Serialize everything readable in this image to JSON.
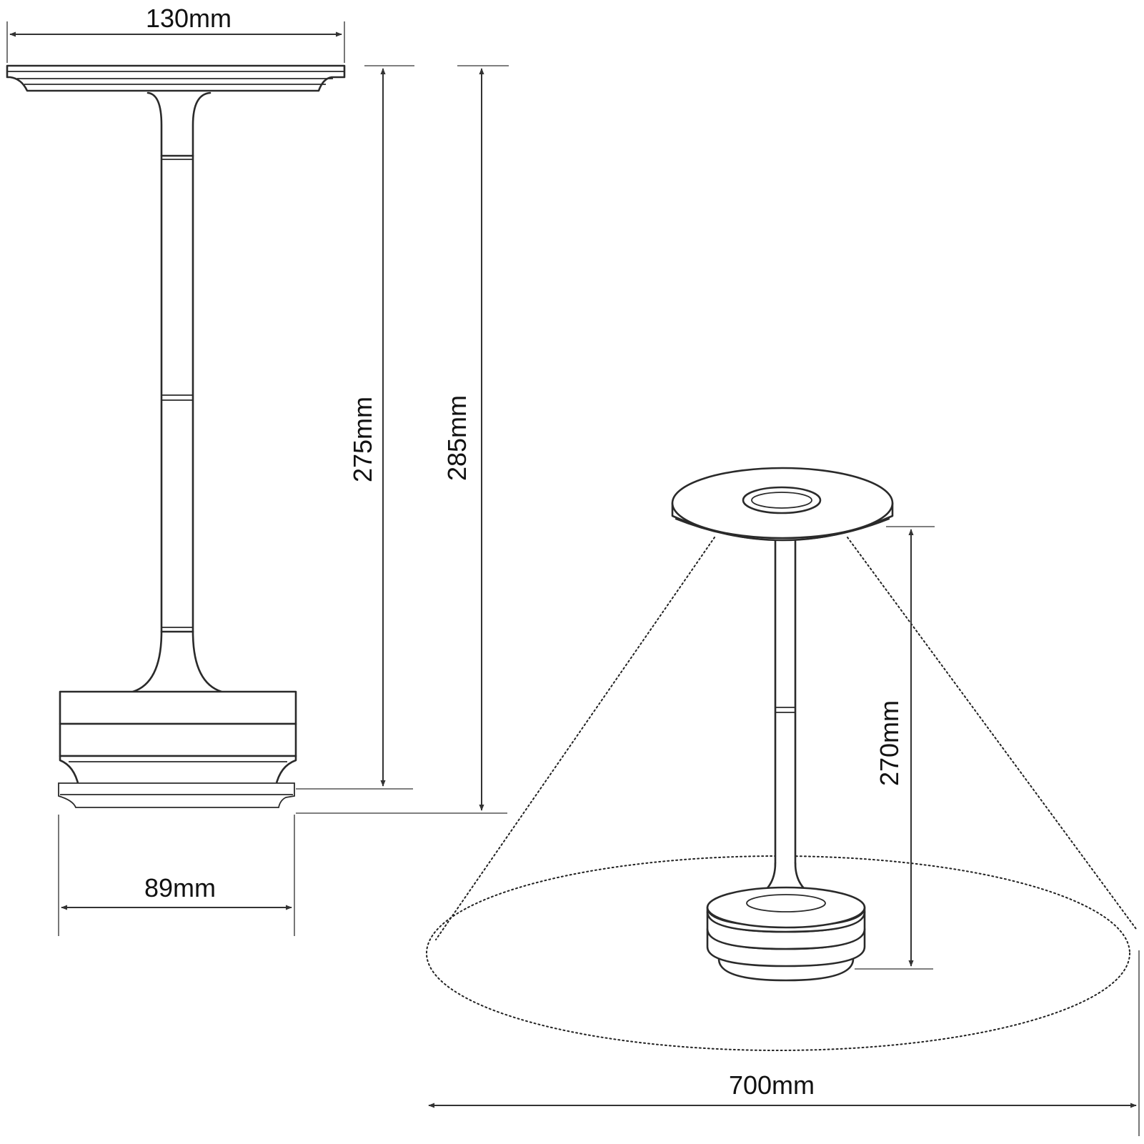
{
  "diagram": {
    "dimensions": {
      "top_width": "130mm",
      "height_body": "275mm",
      "height_total": "285mm",
      "base_width": "89mm",
      "light_height": "270mm",
      "light_diameter": "700mm"
    }
  }
}
